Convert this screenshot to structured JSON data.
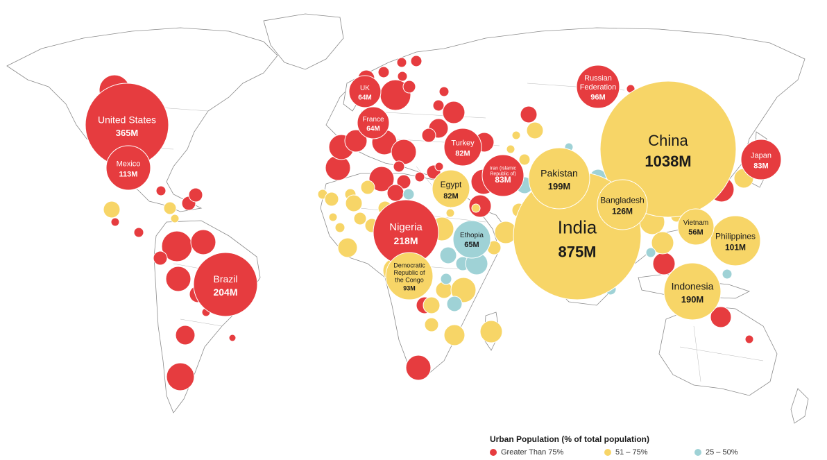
{
  "colors": {
    "high": "#e63c3f",
    "mid": "#f7d567",
    "low": "#9fd2d6"
  },
  "legend": {
    "title": "Urban Population (% of total population)",
    "items": [
      {
        "label": "Greater Than 75%",
        "category": "high"
      },
      {
        "label": "51 – 75%",
        "category": "mid"
      },
      {
        "label": "25 – 50%",
        "category": "low"
      }
    ]
  },
  "labeled_countries": [
    {
      "id": "china",
      "name": "China",
      "value": "1038M",
      "category": "mid"
    },
    {
      "id": "india",
      "name": "India",
      "value": "875M",
      "category": "mid"
    },
    {
      "id": "united-states",
      "name": "United States",
      "value": "365M",
      "category": "high"
    },
    {
      "id": "nigeria",
      "name": "Nigeria",
      "value": "218M",
      "category": "high"
    },
    {
      "id": "brazil",
      "name": "Brazil",
      "value": "204M",
      "category": "high"
    },
    {
      "id": "pakistan",
      "name": "Pakistan",
      "value": "199M",
      "category": "mid"
    },
    {
      "id": "indonesia",
      "name": "Indonesia",
      "value": "190M",
      "category": "mid"
    },
    {
      "id": "bangladesh",
      "name": "Bangladesh",
      "value": "126M",
      "category": "mid"
    },
    {
      "id": "mexico",
      "name": "Mexico",
      "value": "113M",
      "category": "high"
    },
    {
      "id": "philippines",
      "name": "Philippines",
      "value": "101M",
      "category": "mid"
    },
    {
      "id": "russian-federation",
      "name": "Russian Federation",
      "value": "96M",
      "category": "high"
    },
    {
      "id": "dr-congo",
      "name": "Democratic Republic of the Congo",
      "value": "93M",
      "category": "mid"
    },
    {
      "id": "japan",
      "name": "Japan",
      "value": "83M",
      "category": "high"
    },
    {
      "id": "iran",
      "name": "Iran (Islamic Republic of)",
      "value": "83M",
      "category": "high"
    },
    {
      "id": "egypt",
      "name": "Egypt",
      "value": "82M",
      "category": "mid"
    },
    {
      "id": "turkey",
      "name": "Turkey",
      "value": "82M",
      "category": "high"
    },
    {
      "id": "ethiopia",
      "name": "Ethopia",
      "value": "65M",
      "category": "low"
    },
    {
      "id": "uk",
      "name": "UK",
      "value": "64M",
      "category": "high"
    },
    {
      "id": "france",
      "name": "France",
      "value": "64M",
      "category": "high"
    },
    {
      "id": "vietnam",
      "name": "Vietnam",
      "value": "56M",
      "category": "mid"
    }
  ],
  "unlabeled_bubble_categories": [
    "high",
    "high",
    "high",
    "high",
    "high",
    "high",
    "high",
    "high",
    "high",
    "high",
    "high",
    "high",
    "high",
    "high",
    "high",
    "high",
    "high",
    "high",
    "high",
    "high",
    "high",
    "high",
    "high",
    "high",
    "high",
    "high",
    "high",
    "high",
    "high",
    "high",
    "high",
    "high",
    "high",
    "high",
    "high",
    "high",
    "high",
    "high",
    "high",
    "high",
    "high",
    "high",
    "high",
    "high",
    "high",
    "high",
    "high",
    "high",
    "high",
    "high",
    "mid",
    "mid",
    "mid",
    "mid",
    "mid",
    "mid",
    "mid",
    "mid",
    "mid",
    "mid",
    "mid",
    "mid",
    "mid",
    "mid",
    "mid",
    "mid",
    "mid",
    "mid",
    "mid",
    "mid",
    "mid",
    "mid",
    "mid",
    "mid",
    "mid",
    "mid",
    "mid",
    "mid",
    "mid",
    "mid",
    "mid",
    "mid",
    "mid",
    "mid",
    "mid",
    "mid",
    "low",
    "low",
    "low",
    "low",
    "low",
    "low",
    "low",
    "low",
    "low",
    "low",
    "low",
    "low"
  ]
}
